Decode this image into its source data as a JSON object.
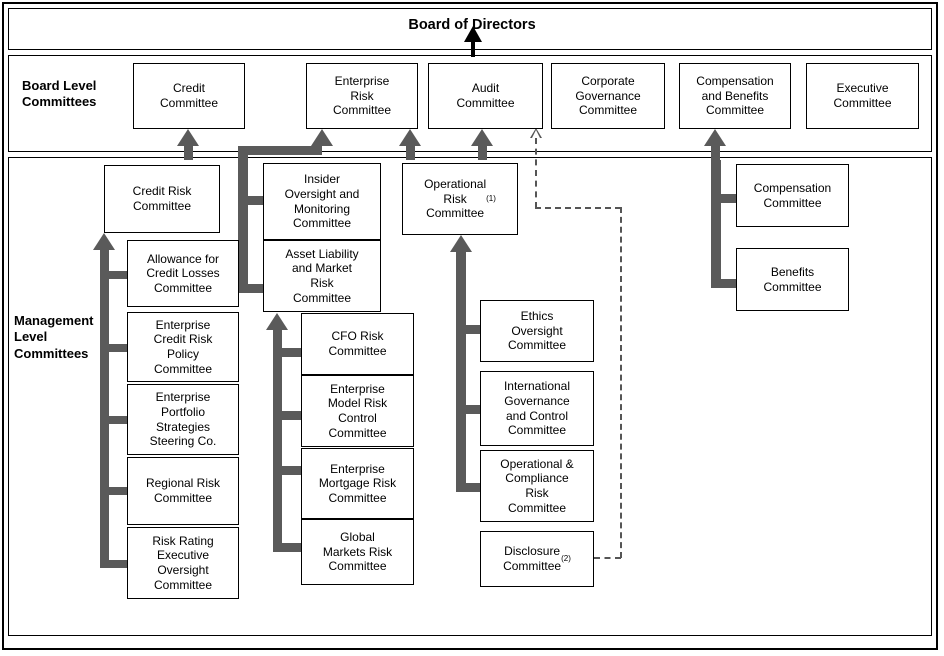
{
  "diagram": {
    "title": "Board of Directors",
    "sections": [
      {
        "id": "board-of-directors",
        "label": "Board of Directors"
      },
      {
        "id": "board-level",
        "label": "Board Level\nCommittees"
      },
      {
        "id": "management-level",
        "label": "Management\nLevel\nCommittees"
      }
    ],
    "colors": {
      "connector_gray": "#5a5a5a",
      "box_border": "#000000",
      "box_fill": "#ffffff",
      "dashed_line": "#555555",
      "text": "#000000"
    }
  },
  "board_level_committees": [
    {
      "id": "credit-committee",
      "label": "Credit\nCommittee"
    },
    {
      "id": "enterprise-risk-committee",
      "label": "Enterprise\nRisk\nCommittee"
    },
    {
      "id": "audit-committee",
      "label": "Audit\nCommittee"
    },
    {
      "id": "corporate-governance-committee",
      "label": "Corporate\nGovernance\nCommittee"
    },
    {
      "id": "compensation-and-benefits-committee",
      "label": "Compensation\nand Benefits\nCommittee"
    },
    {
      "id": "executive-committee",
      "label": "Executive\nCommittee"
    }
  ],
  "management_level_committees": {
    "credit_group": [
      {
        "id": "credit-risk-committee",
        "label": "Credit Risk\nCommittee"
      },
      {
        "id": "allowance-for-credit-losses-committee",
        "label": "Allowance for\nCredit Losses\nCommittee"
      },
      {
        "id": "enterprise-credit-risk-policy-committee",
        "label": "Enterprise\nCredit Risk\nPolicy\nCommittee"
      },
      {
        "id": "enterprise-portfolio-strategies-steering-co",
        "label": "Enterprise\nPortfolio\nStrategies\nSteering Co."
      },
      {
        "id": "regional-risk-committee",
        "label": "Regional Risk\nCommittee"
      },
      {
        "id": "risk-rating-executive-oversight-committee",
        "label": "Risk Rating\nExecutive\nOversight\nCommittee"
      }
    ],
    "enterprise_risk_group": [
      {
        "id": "insider-oversight-and-monitoring-committee",
        "label": "Insider\nOversight and\nMonitoring\nCommittee"
      },
      {
        "id": "asset-liability-and-market-risk-committee",
        "label": "Asset Liability\nand Market\nRisk\nCommittee"
      },
      {
        "id": "cfo-risk-committee",
        "label": "CFO Risk\nCommittee"
      },
      {
        "id": "enterprise-model-risk-control-committee",
        "label": "Enterprise\nModel Risk\nControl\nCommittee"
      },
      {
        "id": "enterprise-mortgage-risk-committee",
        "label": "Enterprise\nMortgage Risk\nCommittee"
      },
      {
        "id": "global-markets-risk-committee",
        "label": "Global\nMarkets Risk\nCommittee"
      }
    ],
    "operational_risk_group": [
      {
        "id": "operational-risk-committee",
        "label": "Operational\nRisk\nCommittee",
        "footnote": "(1)"
      },
      {
        "id": "ethics-oversight-committee",
        "label": "Ethics\nOversight\nCommittee"
      },
      {
        "id": "international-governance-and-control-committee",
        "label": "International\nGovernance\nand Control\nCommittee"
      },
      {
        "id": "operational-and-compliance-risk-committee",
        "label": "Operational &\nCompliance\nRisk\nCommittee"
      },
      {
        "id": "disclosure-committee",
        "label": "Disclosure\nCommittee",
        "footnote": "(2)"
      }
    ],
    "compensation_group": [
      {
        "id": "compensation-committee",
        "label": "Compensation\nCommittee"
      },
      {
        "id": "benefits-committee",
        "label": "Benefits\nCommittee"
      }
    ]
  }
}
